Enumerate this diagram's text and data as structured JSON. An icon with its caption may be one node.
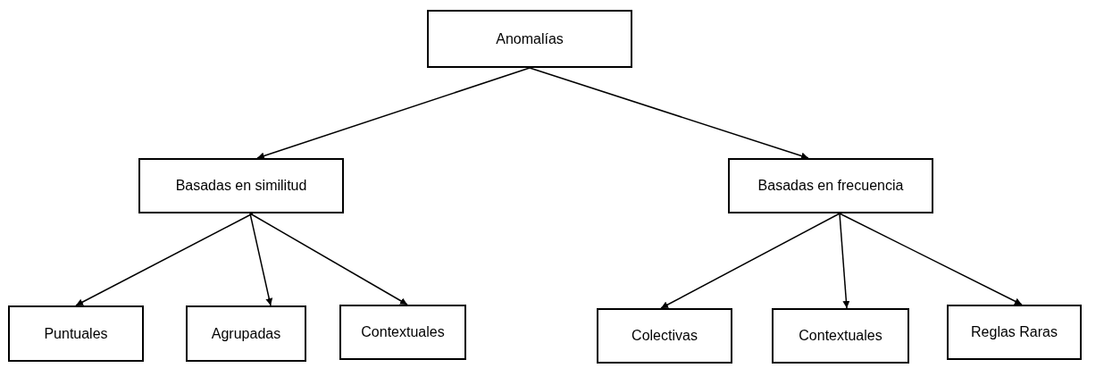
{
  "diagram": {
    "nodes": [
      {
        "text": [
          "Anomalías"
        ]
      },
      {
        "text": [
          "Basadas en similitud"
        ]
      },
      {
        "text": [
          "Basadas en frecuencia"
        ]
      },
      {
        "text": [
          "Puntuales"
        ]
      },
      {
        "text": [
          "Agrupadas"
        ]
      },
      {
        "text": [
          "Contextuales"
        ]
      },
      {
        "text": [
          "Colectivas"
        ]
      },
      {
        "text": [
          "Contextuales"
        ]
      },
      {
        "text": [
          "Reglas Raras"
        ]
      }
    ],
    "edges": [
      {
        "from": 0,
        "to": 1,
        "arrow": "to"
      },
      {
        "from": 0,
        "to": 2,
        "arrow": "to"
      },
      {
        "from": 1,
        "to": 3,
        "arrow": "to"
      },
      {
        "from": 1,
        "to": 4,
        "arrow": "to"
      },
      {
        "from": 1,
        "to": 5,
        "arrow": "to"
      },
      {
        "from": 2,
        "to": 6,
        "arrow": "to"
      },
      {
        "from": 2,
        "to": 7,
        "arrow": "to"
      },
      {
        "from": 2,
        "to": 8,
        "arrow": "to"
      }
    ]
  }
}
